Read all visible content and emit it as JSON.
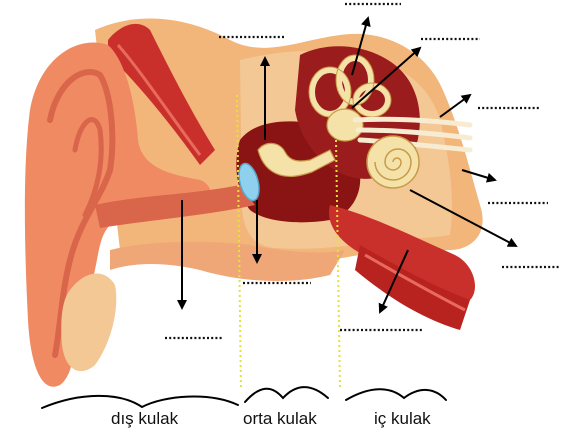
{
  "regions": {
    "outer": "dış kulak",
    "middle": "orta kulak",
    "inner": "iç kulak"
  },
  "answer_blanks": [
    {
      "id": "blank-1",
      "text": ""
    },
    {
      "id": "blank-2",
      "text": ""
    },
    {
      "id": "blank-3",
      "text": ""
    },
    {
      "id": "blank-4",
      "text": ""
    },
    {
      "id": "blank-5",
      "text": ""
    },
    {
      "id": "blank-6",
      "text": ""
    },
    {
      "id": "blank-7",
      "text": ""
    },
    {
      "id": "blank-8",
      "text": ""
    },
    {
      "id": "blank-9",
      "text": ""
    },
    {
      "id": "blank-10",
      "text": ""
    }
  ],
  "colors": {
    "skin": "#f08a63",
    "skin_dark": "#d9654a",
    "bone": "#f5c98b",
    "muscle": "#c9302b",
    "cavity": "#8a1414",
    "ossicle": "#f4e2a8",
    "eardrum": "#8fd0ee",
    "boundary": "#e6e23a"
  }
}
